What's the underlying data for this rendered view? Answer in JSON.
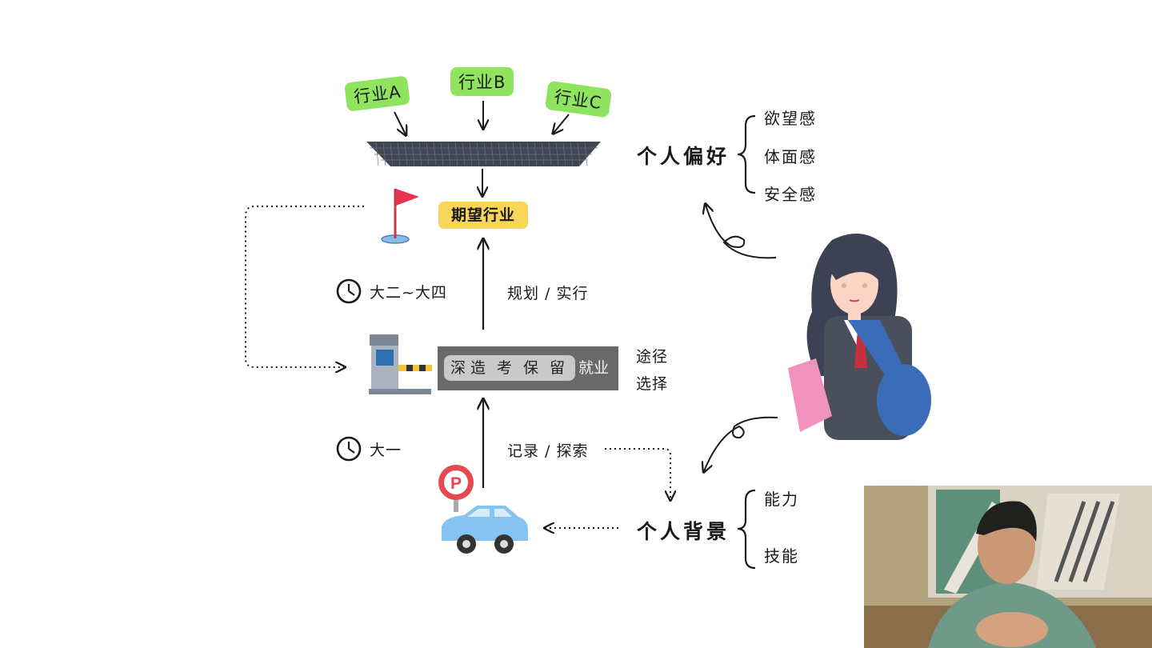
{
  "industries": [
    {
      "label": "行业A"
    },
    {
      "label": "行业B"
    },
    {
      "label": "行业C"
    }
  ],
  "goal": {
    "label": "期望行业"
  },
  "timeline": [
    {
      "label": "大二~大四"
    },
    {
      "label": "大一"
    }
  ],
  "actions": {
    "plan": "规划 / 实行",
    "record": "记录 / 探索"
  },
  "paths": {
    "options": [
      "深造",
      "考",
      "保",
      "留"
    ],
    "end_label": "就业",
    "side_label_line1": "途径",
    "side_label_line2": "选择"
  },
  "preference": {
    "title": "个人偏好",
    "items": [
      "欲望感",
      "体面感",
      "安全感"
    ]
  },
  "background": {
    "title": "个人背景",
    "items": [
      "能力",
      "技能"
    ]
  },
  "colors": {
    "industry_tag": "#8fe35e",
    "goal_tag": "#f8d65a",
    "path_bar": "#6a6a6a",
    "flag": "#e8344e",
    "car": "#86c3f0",
    "parking_sign": "#e5484d"
  }
}
